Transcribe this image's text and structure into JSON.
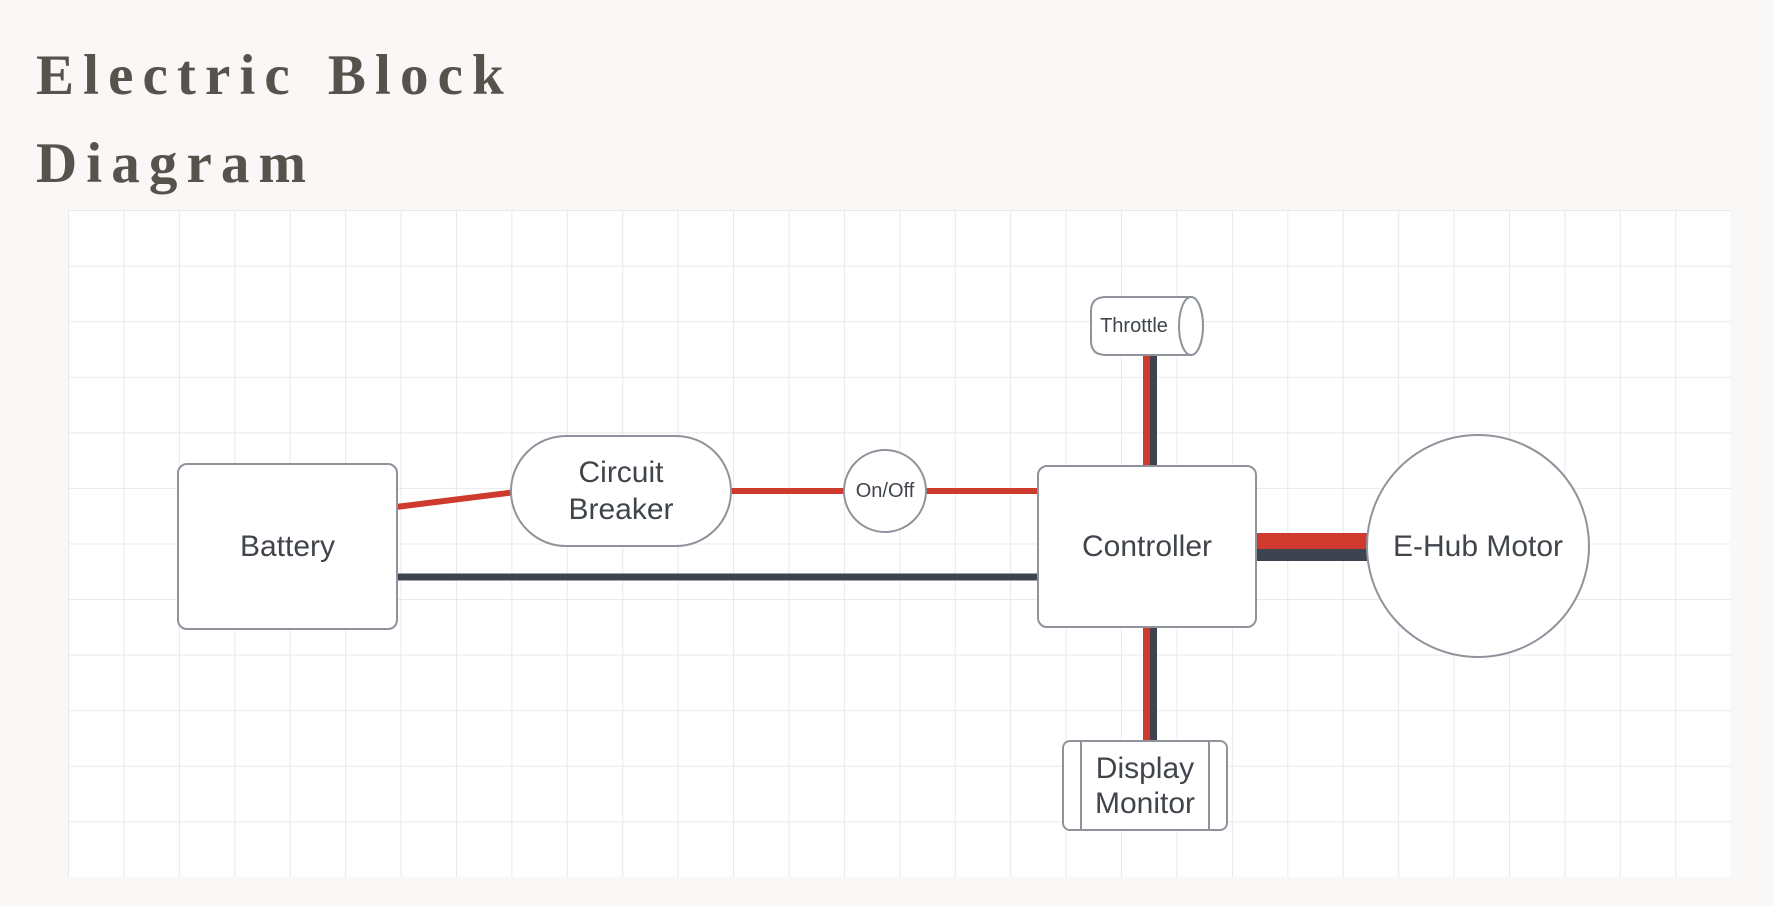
{
  "page": {
    "title_line1": "Electric Block",
    "title_line2": "Diagram"
  },
  "diagram": {
    "nodes": {
      "battery": {
        "label": "Battery",
        "shape": "rectangle"
      },
      "circuit_breaker": {
        "label": "Circuit\nBreaker",
        "shape": "stadium"
      },
      "on_off": {
        "label": "On/Off",
        "shape": "circle"
      },
      "controller": {
        "label": "Controller",
        "shape": "rectangle"
      },
      "throttle": {
        "label": "Throttle",
        "shape": "cylinder-horizontal"
      },
      "display_monitor": {
        "label": "Display\nMonitor",
        "shape": "predefined-process"
      },
      "e_hub_motor": {
        "label": "E-Hub Motor",
        "shape": "circle"
      }
    },
    "connections": [
      {
        "from": "Battery",
        "to": "Circuit Breaker",
        "wire": "red"
      },
      {
        "from": "Circuit Breaker",
        "to": "On/Off",
        "wire": "red"
      },
      {
        "from": "On/Off",
        "to": "Controller",
        "wire": "red"
      },
      {
        "from": "Battery",
        "to": "Controller",
        "wire": "dark"
      },
      {
        "from": "Throttle",
        "to": "Controller",
        "wire": "red+dark"
      },
      {
        "from": "Controller",
        "to": "Display Monitor",
        "wire": "red+dark"
      },
      {
        "from": "Controller",
        "to": "E-Hub Motor",
        "wire": "red+dark thick"
      }
    ],
    "colors": {
      "wire_positive": "#cf3a2e",
      "wire_negative": "#3d434f",
      "shape_border": "#8f949c",
      "shape_fill": "#ffffff",
      "label_text": "#40454c",
      "title_text": "#56524c",
      "grid_line": "#e8e9ec",
      "canvas_bg": "#ffffff",
      "page_bg": "#f9f8f6"
    }
  }
}
